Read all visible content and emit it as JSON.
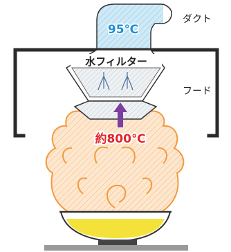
{
  "labels": {
    "duct": "ダクト",
    "hood": "フード",
    "water_filter": "水フィルター",
    "duct_temp": "95℃",
    "fire_temp": "約800℃"
  },
  "colors": {
    "duct_fill": "#cfe9f6",
    "duct_temp_text": "#1d8fd6",
    "flame_fill": "#fde3c6",
    "flame_stroke": "#f39a3e",
    "fire_temp_text": "#e0262c",
    "arrow": "#7b3fa0",
    "oil": "#f4e23a",
    "stand": "#9a9a9a",
    "hood": "#2b2b2b"
  }
}
